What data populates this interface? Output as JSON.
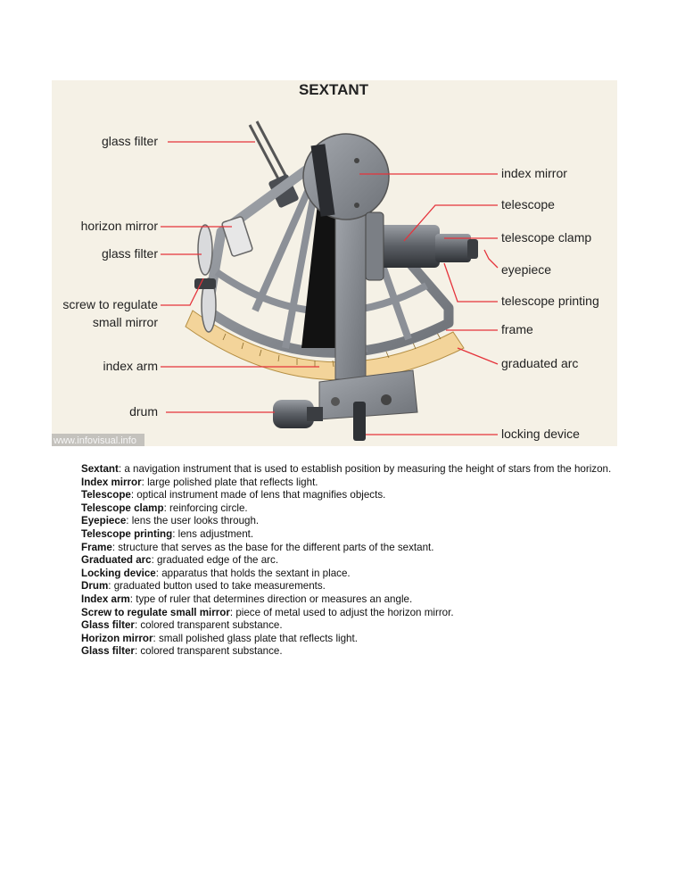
{
  "figure": {
    "title": "SEXTANT",
    "watermark": "www.infovisual.info",
    "labels_left": [
      {
        "text": "glass filter"
      },
      {
        "text": "horizon mirror"
      },
      {
        "text": "glass filter"
      },
      {
        "text": "screw to regulate"
      },
      {
        "text": "small mirror"
      },
      {
        "text": "index arm"
      },
      {
        "text": "drum"
      }
    ],
    "labels_right": [
      {
        "text": "index mirror"
      },
      {
        "text": "telescope"
      },
      {
        "text": "telescope clamp"
      },
      {
        "text": "eyepiece"
      },
      {
        "text": "telescope printing"
      },
      {
        "text": "frame"
      },
      {
        "text": "graduated arc"
      },
      {
        "text": "locking device"
      }
    ],
    "colors": {
      "background": "#f5f1e6",
      "metal": "#8c9097",
      "metal_dark": "#5d6167",
      "arc": "#f3d49a",
      "leader": "#e5333b"
    }
  },
  "definitions": [
    {
      "term": "Sextant",
      "text": ": a navigation instrument that is used to establish position by measuring the height of stars from the horizon."
    },
    {
      "term": "Index mirror",
      "text": ": large polished plate that reflects light."
    },
    {
      "term": "Telescope",
      "text": ": optical instrument made of lens that magnifies objects."
    },
    {
      "term": "Telescope clamp",
      "text": ": reinforcing circle."
    },
    {
      "term": "Eyepiece",
      "text": ": lens the user looks through."
    },
    {
      "term": "Telescope printing",
      "text": ": lens adjustment."
    },
    {
      "term": "Frame",
      "text": ": structure that serves as the base for the different parts of the sextant."
    },
    {
      "term": "Graduated arc",
      "text": ": graduated edge of the arc."
    },
    {
      "term": "Locking device",
      "text": ": apparatus that holds the sextant in place."
    },
    {
      "term": "Drum",
      "text": ": graduated button used to take measurements."
    },
    {
      "term": "Index arm",
      "text": ": type of ruler that determines direction or measures an angle."
    },
    {
      "term": "Screw to regulate small mirror",
      "text": ": piece of metal used to adjust the horizon mirror."
    },
    {
      "term": "Glass filter",
      "text": ": colored transparent substance."
    },
    {
      "term": "Horizon mirror",
      "text": ": small polished glass plate that reflects light."
    },
    {
      "term": "Glass filter",
      "text": ": colored transparent substance."
    }
  ]
}
